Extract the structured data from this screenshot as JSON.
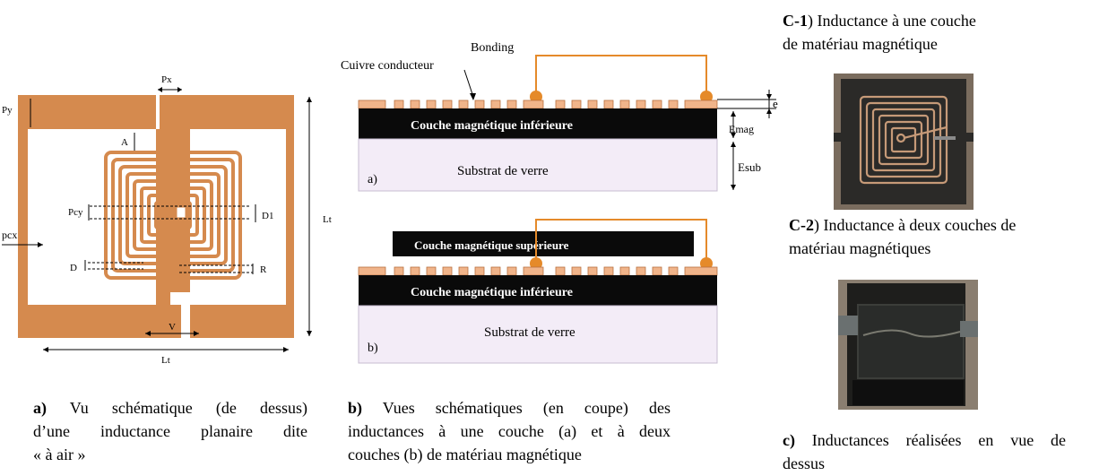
{
  "panel_a": {
    "dims": {
      "px": "Px",
      "py": "Py",
      "a": "A",
      "pcy": "Pcy",
      "pcx": "pcx",
      "d1": "D1",
      "d": "D",
      "r": "R",
      "v": "V",
      "lt_bottom": "Lt",
      "lt_right": "Lt"
    },
    "caption": {
      "bold": "a)",
      "line1": " Vu schématique (de dessus)",
      "line2": "d’une inductance planaire dite",
      "line3": "« à air »"
    }
  },
  "panel_b": {
    "labels": {
      "bonding": "Bonding",
      "cuivre": "Cuivre conducteur",
      "couche_inf_a": "Couche magnétique inférieure",
      "substrat_a": "Substrat de verre",
      "sub_a_tag": "a)",
      "e": "e",
      "emag": "Emag",
      "esub": "Esub",
      "couche_sup_b": "Couche magnétique supérieure",
      "couche_inf_b": "Couche magnétique inférieure",
      "substrat_b": "Substrat de verre",
      "sub_b_tag": "b)"
    },
    "caption": {
      "bold": "b)",
      "line1": " Vues schématiques (en coupe) des",
      "line2": "inductances à une couche (a) et à deux",
      "line3": "couches (b) de matériau magnétique"
    }
  },
  "panel_c": {
    "c1_bold": "C-1",
    "c1_line1": ") Inductance à une couche",
    "c1_line2": "de matériau magnétique",
    "c2_bold": "C-2",
    "c2_line1": ") Inductance à deux couches de",
    "c2_line2": "matériau magnétiques",
    "caption": {
      "bold": "c)",
      "line1": " Inductances réalisées en vue de",
      "line2": "dessus"
    }
  },
  "colors": {
    "copper": "#d58a4e",
    "black_layer": "#0a0a0a",
    "substrate": "#f3ecf7",
    "bonding_wire": "#e58a2a"
  }
}
